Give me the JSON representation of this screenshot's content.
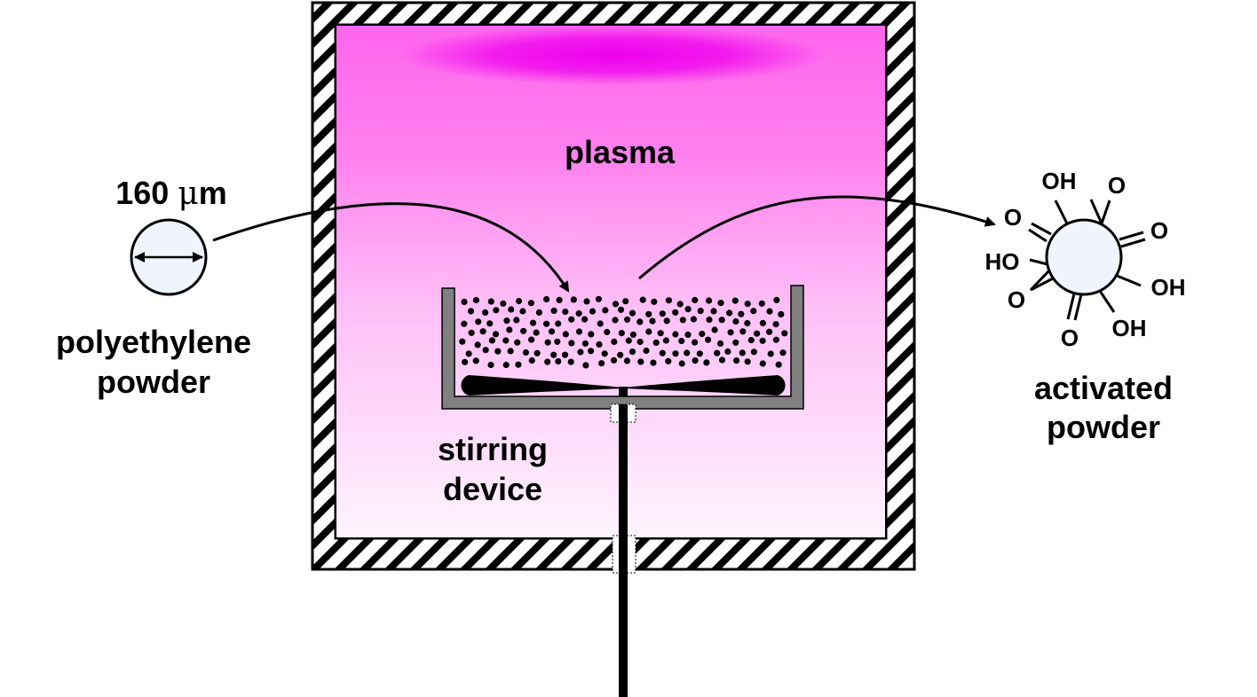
{
  "labels": {
    "plasma": "plasma",
    "size_number": "160",
    "size_unit_prefix": "μ",
    "size_unit": "m",
    "input_line1": "polyethylene",
    "input_line2": "powder",
    "stirrer_line1": "stirring",
    "stirrer_line2": "device",
    "output_line1": "activated",
    "output_line2": "powder"
  },
  "functional_groups": {
    "oh_top": "OH",
    "o_top_right": "O",
    "o_left_top": "O",
    "o_right": "O",
    "ho_left": "HO",
    "oh_right": "OH",
    "o_left_bottom": "O",
    "oh_bottom": "OH",
    "o_bottom": "O"
  },
  "colors": {
    "plasma_glow": "#ee00ee",
    "plasma_top": "#ff66ee",
    "plasma_bottom": "#fff4ff",
    "particle_fill": "#f0f4ff",
    "tray": "#808080",
    "wall_hatch": "#000000"
  }
}
